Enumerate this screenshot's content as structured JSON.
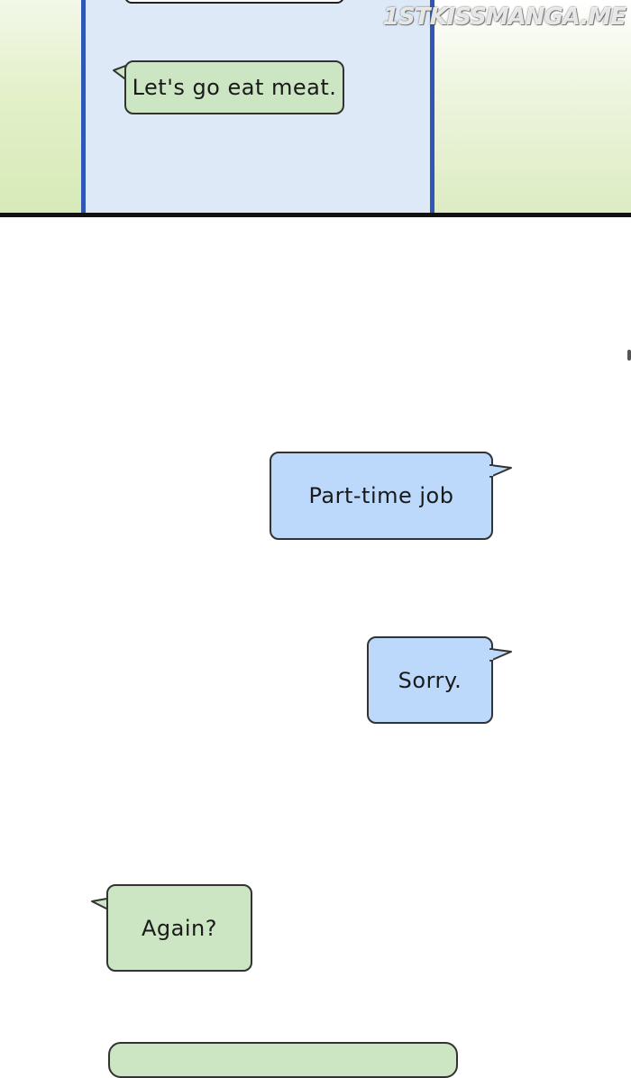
{
  "watermark": "1STKISSMANGA.ME",
  "messages": [
    {
      "id": "msg-1",
      "text": "Let's go eat meat.",
      "side": "left",
      "color": "green"
    },
    {
      "id": "msg-2",
      "text": "Part-time job",
      "side": "right",
      "color": "blue"
    },
    {
      "id": "msg-3",
      "text": "Sorry.",
      "side": "right",
      "color": "blue"
    },
    {
      "id": "msg-4",
      "text": "Again?",
      "side": "left",
      "color": "green"
    }
  ],
  "colors": {
    "green_bubble": "#cce5c3",
    "blue_bubble": "#bcd9fb",
    "phone_screen": "#dde9f7",
    "phone_frame": "#2f57b8"
  }
}
